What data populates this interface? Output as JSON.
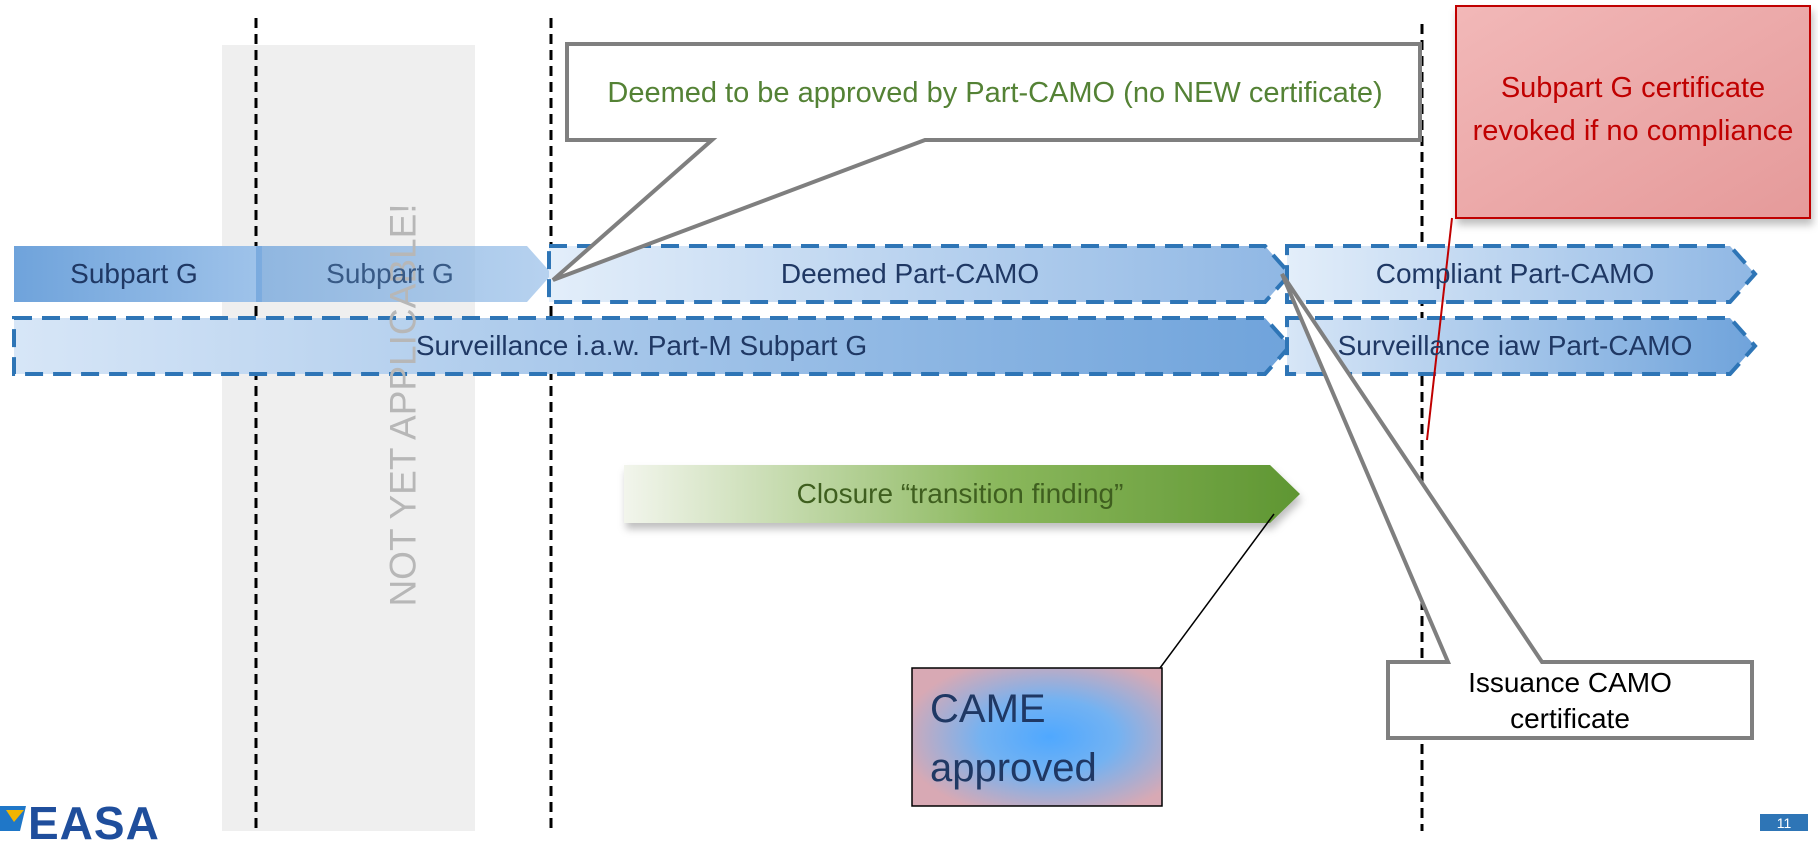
{
  "gray_zone_label": "NOT YET APPLICABLE!",
  "callout_deemed": "Deemed to be approved by Part-CAMO (no NEW certificate)",
  "callout_revoked": "Subpart G certificate revoked if no compliance",
  "arrows": {
    "subpart_g_1": "Subpart G",
    "subpart_g_2": "Subpart G",
    "deemed_camo": "Deemed Part-CAMO",
    "compliant_camo": "Compliant Part-CAMO",
    "surveillance_m": "Surveillance i.a.w. Part-M Subpart G",
    "surveillance_camo": "Surveillance iaw Part-CAMO",
    "closure": "Closure “transition finding”"
  },
  "came_box": "CAME approved",
  "issuance_box": "Issuance CAMO certificate",
  "page_number": "11",
  "logo_text": "EASA",
  "colors": {
    "arrow_blue": "#5b9bd5",
    "dash_blue": "#2e75b6",
    "green": "#70a63f",
    "revoke_text": "#c00000",
    "callout_text": "#548235",
    "gray_zone": "#efefef"
  }
}
